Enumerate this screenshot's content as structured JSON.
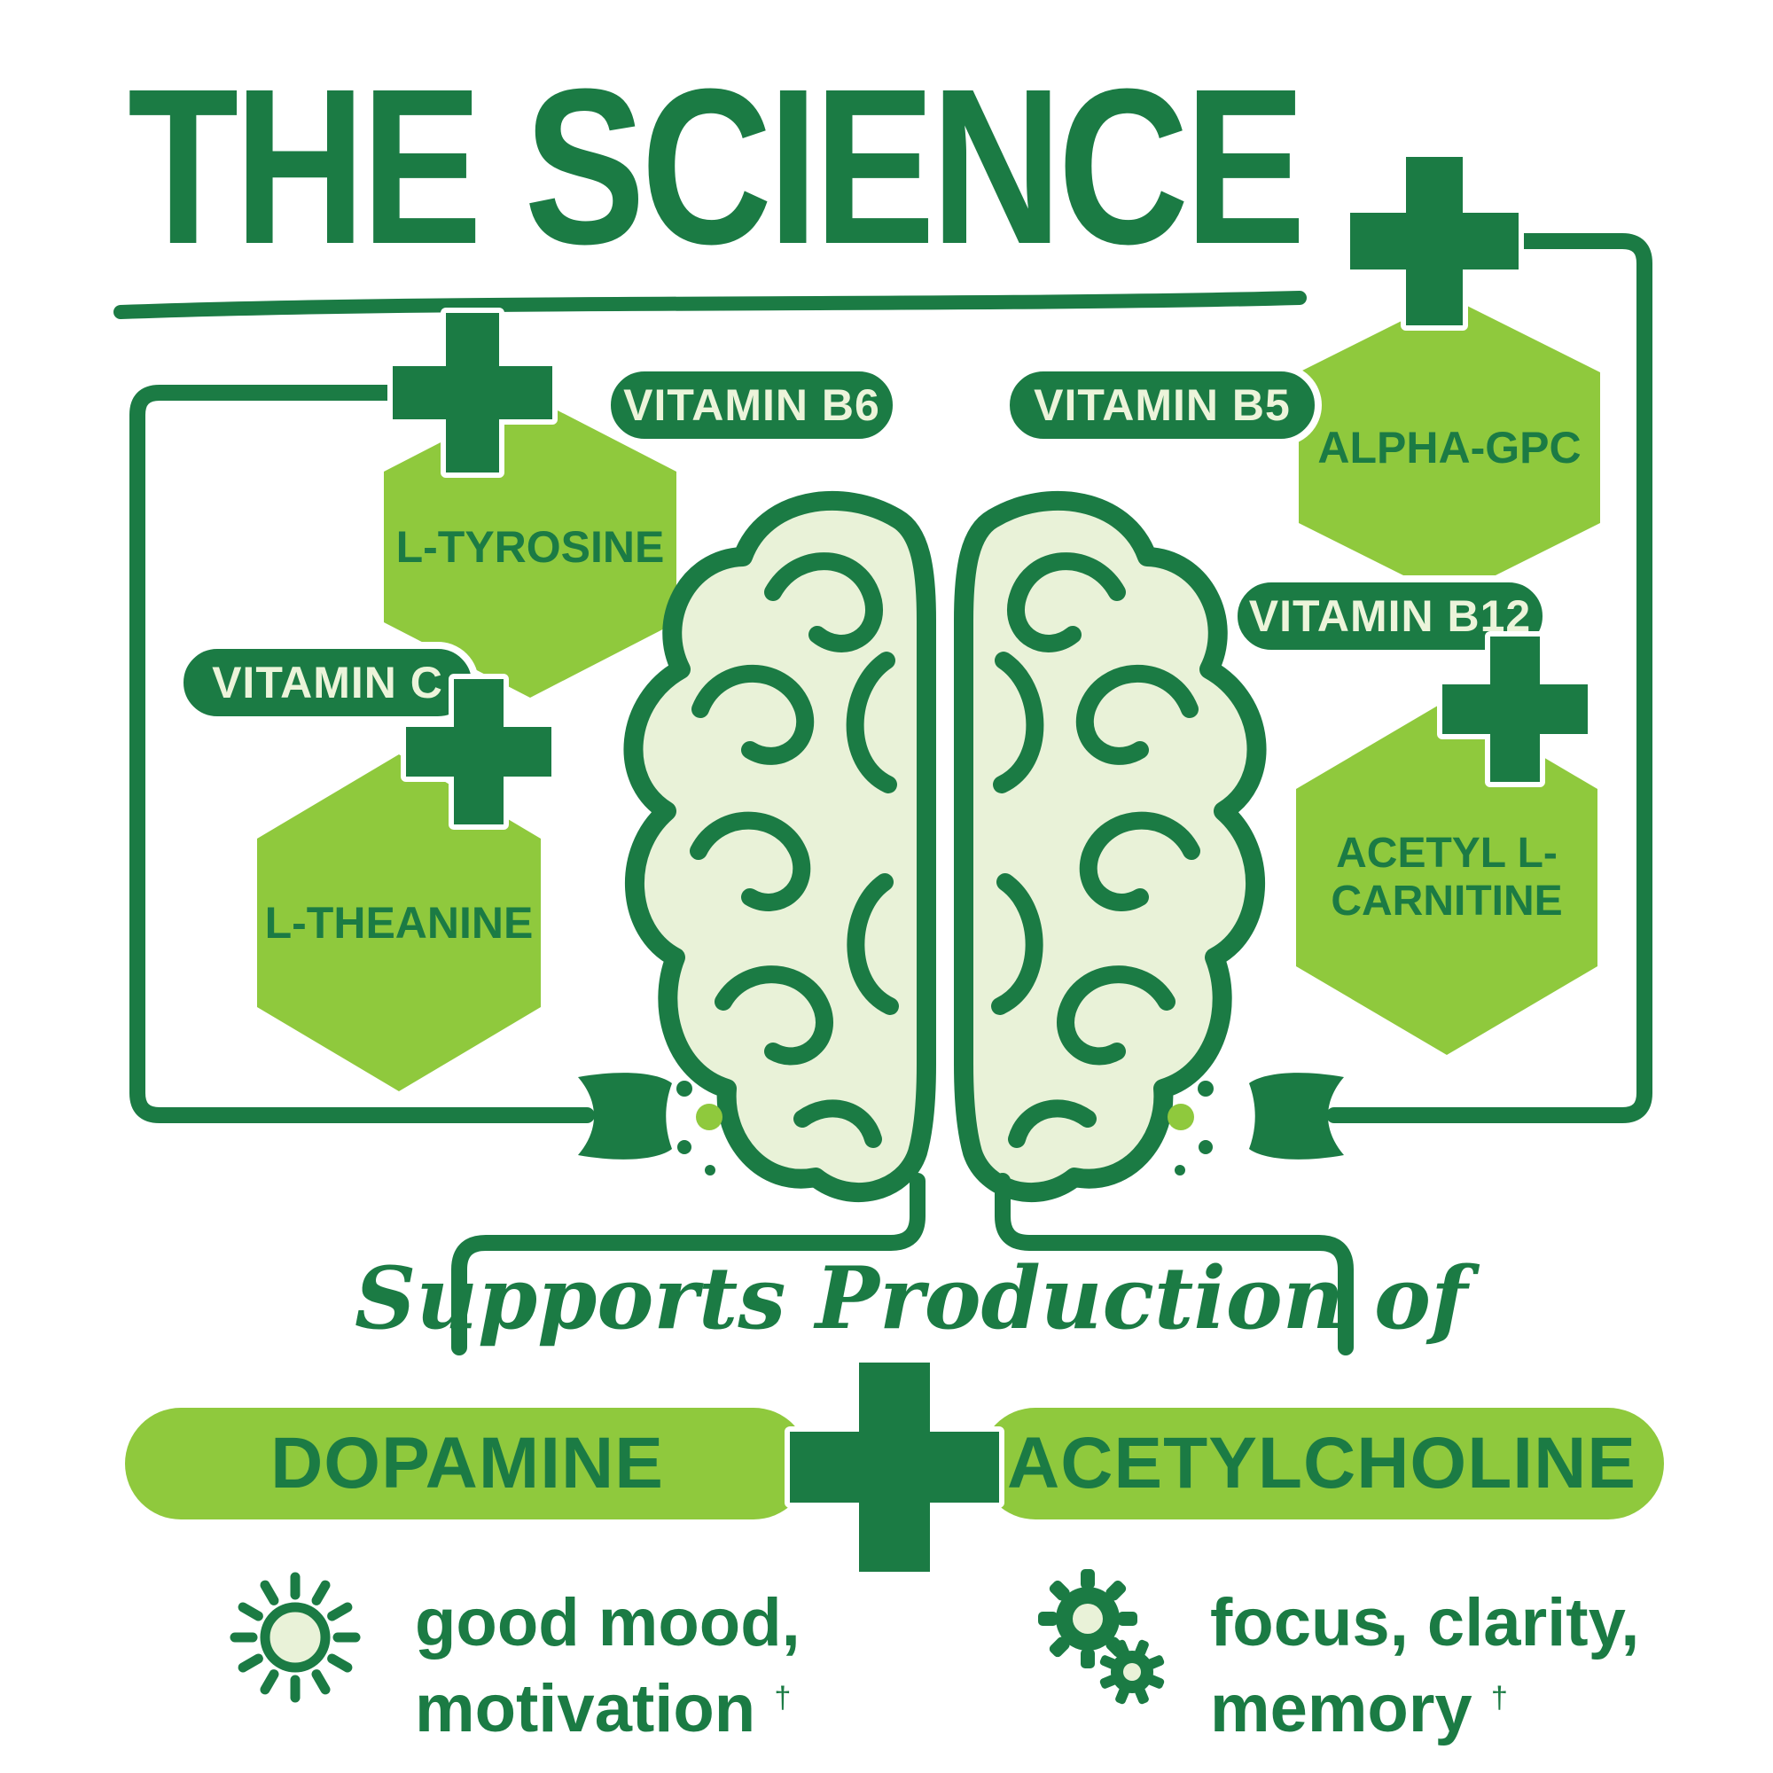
{
  "palette": {
    "dark_green": "#1b7b44",
    "light_green": "#8fc93d",
    "cream": "#e9f2d8"
  },
  "title": "THE SCIENCE",
  "nutrients": {
    "vitamin_b6": "VITAMIN B6",
    "vitamin_b5": "VITAMIN B5",
    "vitamin_c": "VITAMIN C",
    "vitamin_b12": "VITAMIN B12",
    "l_tyrosine": "L-TYROSINE",
    "l_theanine": "L-THEANINE",
    "alpha_gpc": "ALPHA-GPC",
    "acetyl_line1": "ACETYL L-",
    "acetyl_line2": "CARNITINE"
  },
  "caption": {
    "supports_production": "Supports Production of"
  },
  "outputs": {
    "dopamine": "DOPAMINE",
    "acetylcholine": "ACETYLCHOLINE"
  },
  "benefits": {
    "mood_line1": "good mood,",
    "mood_line2": "motivation",
    "focus_line1": "focus, clarity,",
    "focus_line2": "memory",
    "dagger": "†"
  }
}
